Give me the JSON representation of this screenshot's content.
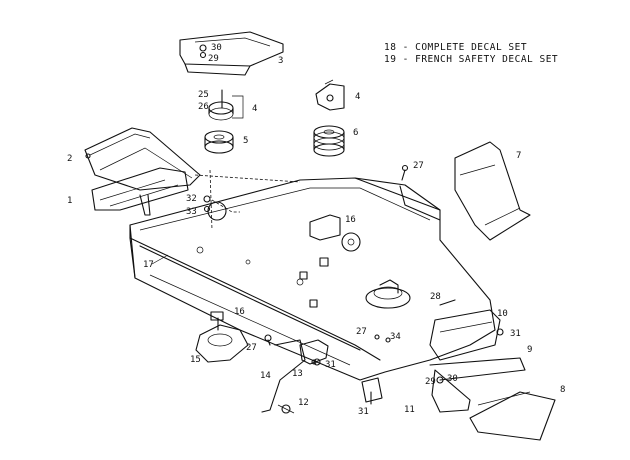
{
  "legend": [
    "18 - COMPLETE DECAL SET",
    "19 - FRENCH SAFETY DECAL SET"
  ],
  "callouts": {
    "c30": "30",
    "c29a": "29",
    "c3": "3",
    "c25": "25",
    "c26": "26",
    "c4a": "4",
    "c4b": "4",
    "c5": "5",
    "c6": "6",
    "c2": "2",
    "c1": "1",
    "c32": "32",
    "c33": "33",
    "c27a": "27",
    "c7": "7",
    "c16a": "16",
    "c17": "17",
    "c28": "28",
    "c10": "10",
    "c31a": "31",
    "c16b": "16",
    "c15": "15",
    "c27b": "27",
    "c34": "34",
    "c9": "9",
    "c31b": "31",
    "c14": "14",
    "c13": "13",
    "c29b": "29",
    "c30b": "30",
    "c8": "8",
    "c12": "12",
    "c31c": "31",
    "c11": "11",
    "c27c": "27"
  }
}
